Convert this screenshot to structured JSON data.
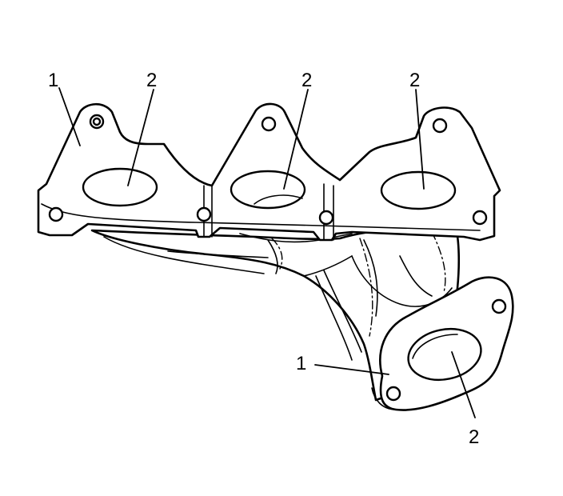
{
  "diagram": {
    "callouts": {
      "flange_left": "1",
      "port_1": "2",
      "port_2": "2",
      "port_3": "2",
      "flange_outlet": "1",
      "port_outlet": "2"
    }
  }
}
